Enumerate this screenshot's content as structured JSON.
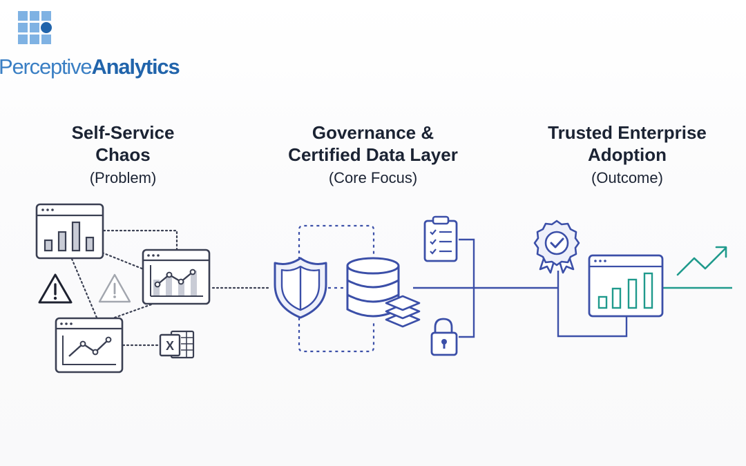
{
  "logo": {
    "word_light": "Perceptive",
    "word_bold": "Analytics"
  },
  "columns": [
    {
      "title": "Self-Service\nChaos",
      "subtitle": "(Problem)"
    },
    {
      "title": "Governance &\nCertified Data Layer",
      "subtitle": "(Core Focus)"
    },
    {
      "title": "Trusted Enterprise\nAdoption",
      "subtitle": "(Outcome)"
    }
  ],
  "colors": {
    "heading": "#1b2333",
    "icon_dark": "#3a3f52",
    "icon_grey": "#8e939c",
    "governance_blue": "#3b4fa8",
    "outcome_teal": "#1f9a8c",
    "logo_light": "#3a7fc4",
    "logo_dark": "#2164ab"
  },
  "icons": [
    "dashboard-bar-chart-icon",
    "dashboard-line-chart-icon",
    "warning-icon",
    "faded-warning-icon",
    "excel-file-icon",
    "shield-icon",
    "database-icon",
    "layers-icon",
    "checklist-clipboard-icon",
    "padlock-icon",
    "certified-badge-icon",
    "teal-bar-dashboard-icon",
    "trend-up-arrow-icon"
  ],
  "excel_letter": "X"
}
